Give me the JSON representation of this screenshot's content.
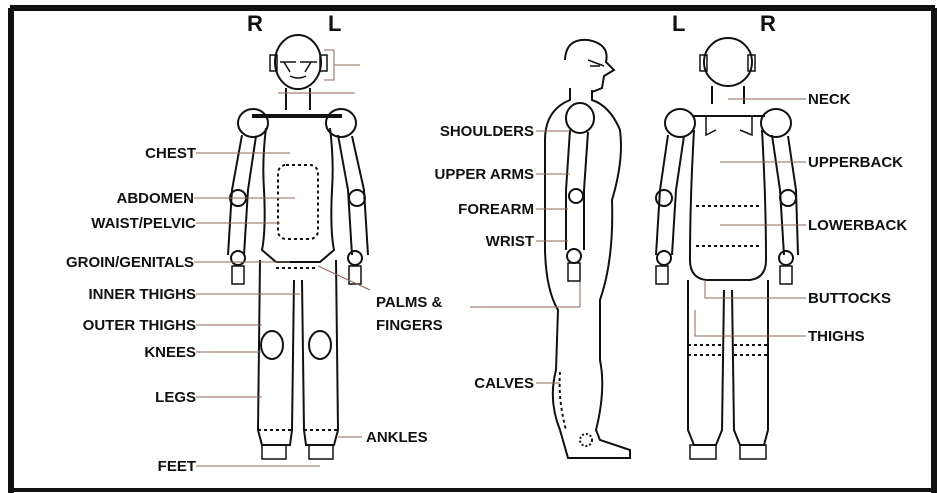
{
  "side_markers": {
    "front_right": "R",
    "front_left": "L",
    "back_left": "L",
    "back_right": "R"
  },
  "labels": {
    "chest": "CHEST",
    "abdomen": "ABDOMEN",
    "waist_pelvic": "WAIST/PELVIC",
    "groin_genitals": "GROIN/GENITALS",
    "inner_thighs": "INNER THIGHS",
    "outer_thighs": "OUTER THIGHS",
    "knees": "KNEES",
    "legs": "LEGS",
    "feet": "FEET",
    "ankles": "ANKLES",
    "palms_fingers_line1": "PALMS &",
    "palms_fingers_line2": "FINGERS",
    "shoulders": "SHOULDERS",
    "upper_arms": "UPPER ARMS",
    "forearm": "FOREARM",
    "wrist": "WRIST",
    "calves": "CALVES",
    "neck": "NECK",
    "upperback": "UPPERBACK",
    "lowerback": "LOWERBACK",
    "buttocks": "BUTTOCKS",
    "thighs": "THIGHS"
  }
}
